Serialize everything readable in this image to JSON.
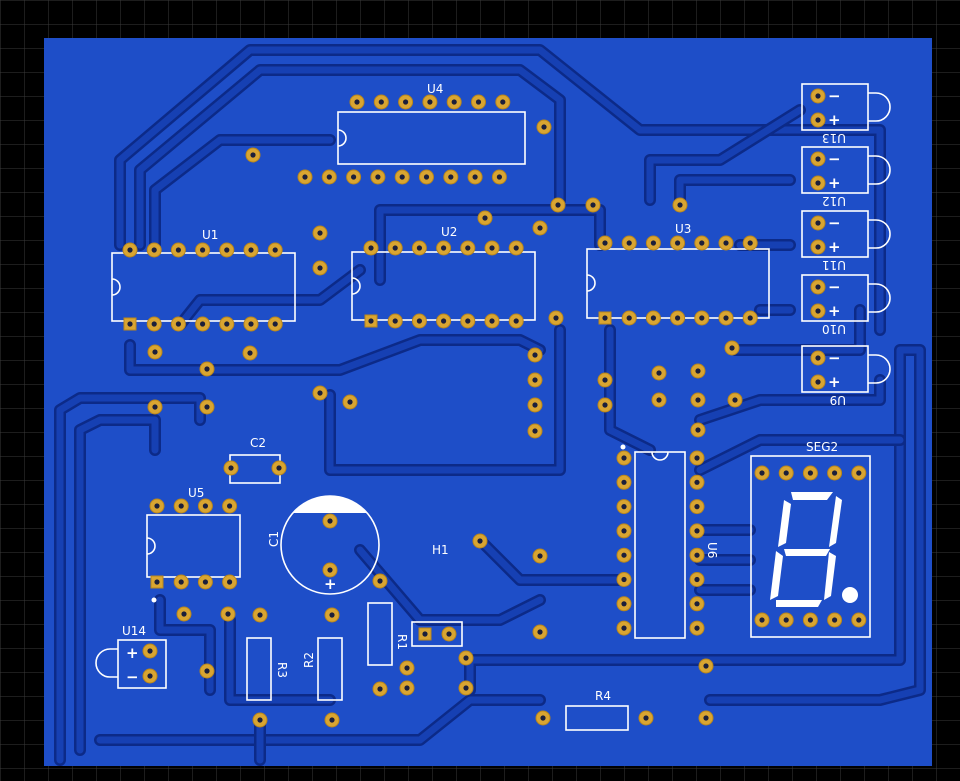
{
  "colors": {
    "background": "#000000",
    "grid": "#3a3a3a",
    "board": "#1e4ec8",
    "trace": "#1640b3",
    "clearance": "#0c2a88",
    "pad": "#d9a531",
    "silkscreen": "#ffffff"
  },
  "labels": {
    "u1": "U1",
    "u2": "U2",
    "u3": "U3",
    "u4": "U4",
    "u5": "U5",
    "u6": "U6",
    "u9": "U9",
    "u10": "U10",
    "u11": "U11",
    "u12": "U12",
    "u13": "U13",
    "u14": "U14",
    "c1": "C1",
    "c2": "C2",
    "r1": "R1",
    "r2": "R2",
    "r3": "R3",
    "r4": "R4",
    "h1": "H1",
    "seg2": "SEG2",
    "minus": "−",
    "plus": "+"
  }
}
